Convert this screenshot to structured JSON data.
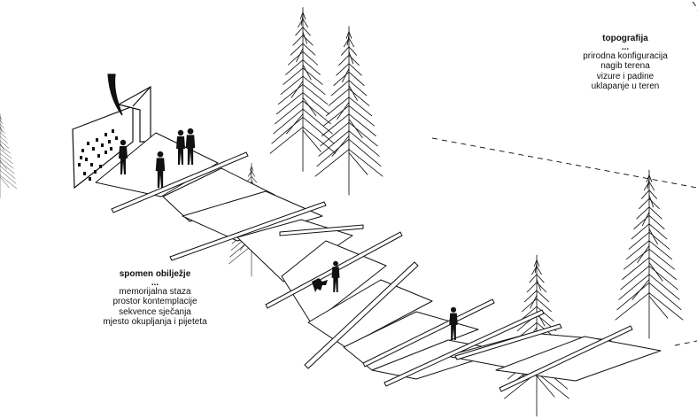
{
  "topography_note": {
    "title": "topografija",
    "separator": "...",
    "items": [
      "prirodna konfiguracija",
      "nagib terena",
      "vizure i padine",
      "uklapanje u teren"
    ]
  },
  "memorial_note": {
    "title": "spomen obilježje",
    "separator": "...",
    "items": [
      "memorijalna staza",
      "prostor kontemplacije",
      "sekvence sječanja",
      "mjesto okupljanja i pijeteta"
    ]
  },
  "colors": {
    "ink": "#111111",
    "paper": "#ffffff"
  },
  "icons": [
    "conifer-tree-icon",
    "person-silhouette-icon",
    "dog-silhouette-icon",
    "memorial-wall-icon"
  ]
}
